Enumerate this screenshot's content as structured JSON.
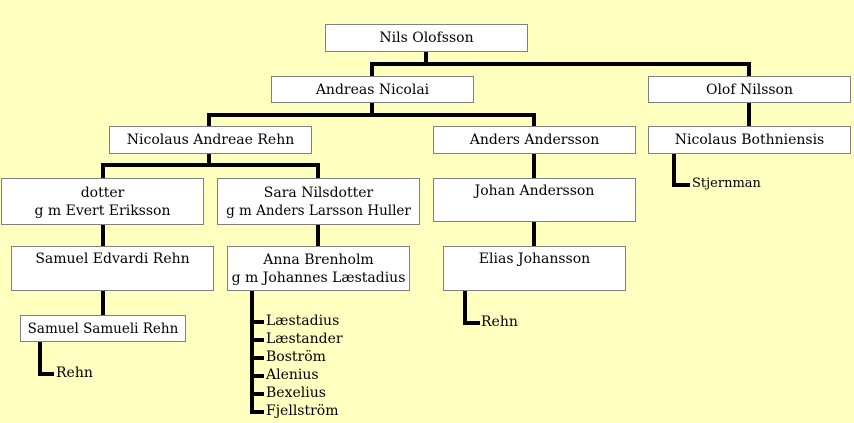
{
  "line_color": "#000000",
  "background_color": "#ffffc0",
  "people": {
    "nils_olofsson": "Nils Olofsson",
    "andreas_nicolai": "Andreas Nicolai",
    "olof_nilsson": "Olof Nilsson",
    "nicolaus_andreae_rehn": "Nicolaus Andreae Rehn",
    "anders_andersson": "Anders Andersson",
    "nicolaus_bothniensis": "Nicolaus Bothniensis",
    "dotter": "dotter",
    "dotter_spouse": "g m Evert Eriksson",
    "sara_nilsdotter": "Sara Nilsdotter",
    "sara_spouse": "g m Anders Larsson Huller",
    "johan_andersson": "Johan Andersson",
    "samuel_edvardi_rehn": "Samuel Edvardi Rehn",
    "anna_brenholm": "Anna Brenholm",
    "anna_spouse": "g m Johannes Læstadius",
    "elias_johansson": "Elias Johansson",
    "samuel_samueli_rehn": "Samuel Samueli Rehn"
  },
  "descendants": {
    "stjernman": "Stjernman",
    "rehn_elias": "Rehn",
    "rehn_samuel": "Rehn",
    "anna_lines": [
      "Læstadius",
      "Læstander",
      "Boström",
      "Alenius",
      "Bexelius",
      "Fjellström"
    ]
  }
}
